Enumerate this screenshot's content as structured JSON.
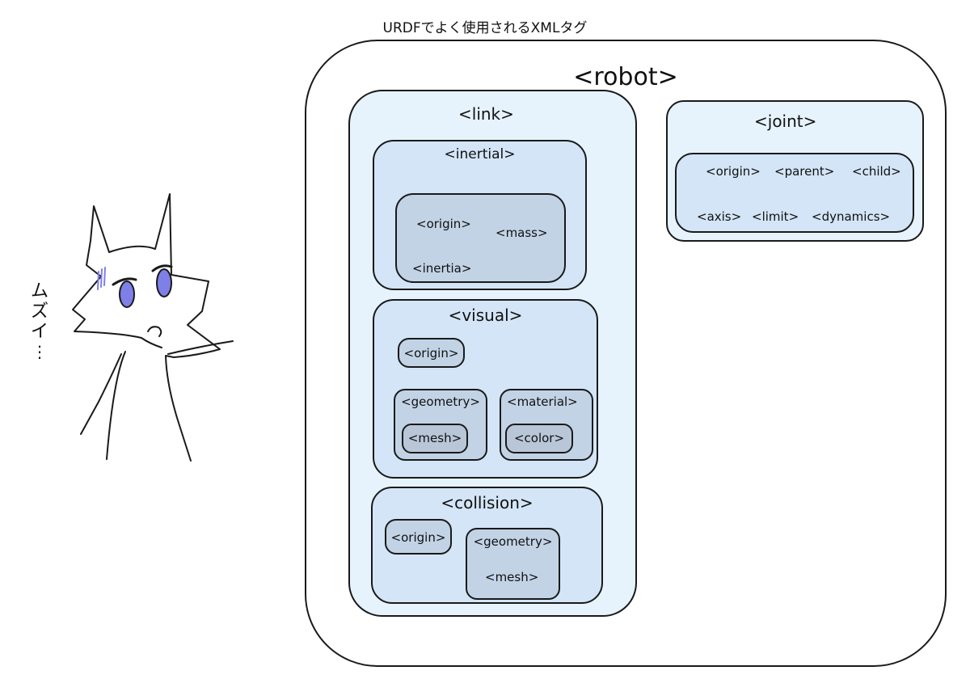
{
  "title": "URDFでよく使用されるXMLタグ",
  "mascot": {
    "speech": [
      "ム",
      "ズ",
      "イ",
      "⋮"
    ]
  },
  "robot": {
    "label": "<robot>",
    "link": {
      "label": "<link>",
      "inertial": {
        "label": "<inertial>",
        "items": [
          "<origin>",
          "<mass>",
          "<inertia>"
        ]
      },
      "visual": {
        "label": "<visual>",
        "origin": "<origin>",
        "geometry": {
          "label": "<geometry>",
          "child": "<mesh>"
        },
        "material": {
          "label": "<material>",
          "child": "<color>"
        }
      },
      "collision": {
        "label": "<collision>",
        "origin": "<origin>",
        "geometry": {
          "label": "<geometry>",
          "child": "<mesh>"
        }
      }
    },
    "joint": {
      "label": "<joint>",
      "items": [
        "<origin>",
        "<parent>",
        "<child>",
        "<axis>",
        "<limit>",
        "<dynamics>"
      ]
    }
  },
  "colors": {
    "level1": "#e6f3fd",
    "level2": "#d3e5f6",
    "level3": "#c2d3e6",
    "level4": "#b8c6d8",
    "eye": "#7f7fe8"
  }
}
